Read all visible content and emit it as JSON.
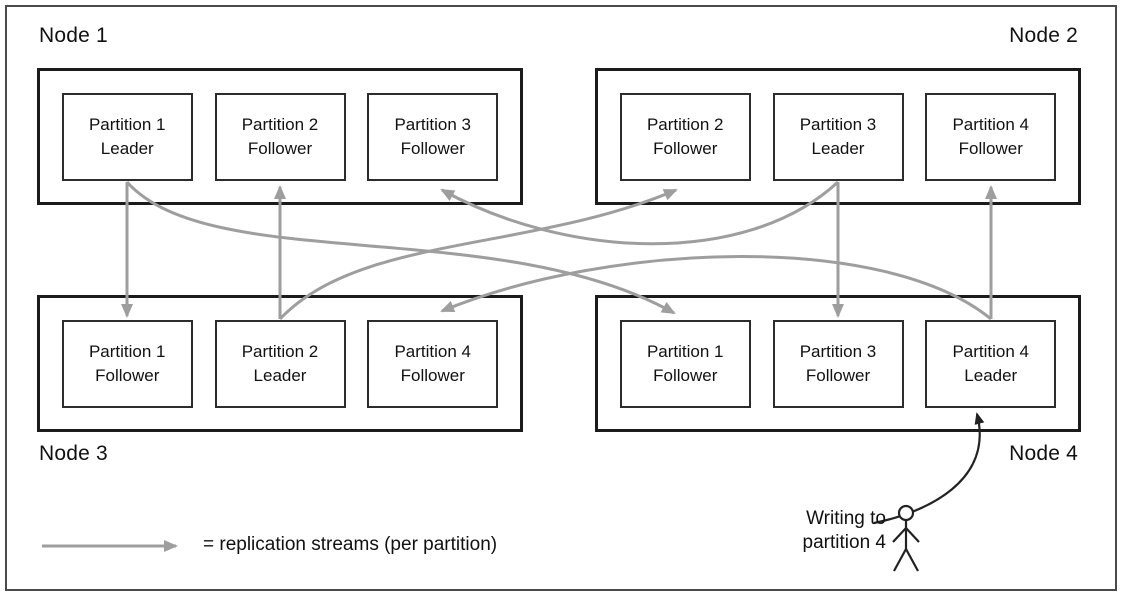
{
  "diagram": {
    "title_hint": "Partition replication across nodes",
    "nodes": [
      {
        "label": "Node 1",
        "label_position": "top-left",
        "partitions": [
          {
            "line1": "Partition 1",
            "line2": "Leader"
          },
          {
            "line1": "Partition 2",
            "line2": "Follower"
          },
          {
            "line1": "Partition 3",
            "line2": "Follower"
          }
        ]
      },
      {
        "label": "Node 2",
        "label_position": "top-right",
        "partitions": [
          {
            "line1": "Partition 2",
            "line2": "Follower"
          },
          {
            "line1": "Partition 3",
            "line2": "Leader"
          },
          {
            "line1": "Partition 4",
            "line2": "Follower"
          }
        ]
      },
      {
        "label": "Node 3",
        "label_position": "bottom-left",
        "partitions": [
          {
            "line1": "Partition 1",
            "line2": "Follower"
          },
          {
            "line1": "Partition 2",
            "line2": "Leader"
          },
          {
            "line1": "Partition 4",
            "line2": "Follower"
          }
        ]
      },
      {
        "label": "Node 4",
        "label_position": "bottom-right",
        "partitions": [
          {
            "line1": "Partition 1",
            "line2": "Follower"
          },
          {
            "line1": "Partition 3",
            "line2": "Follower"
          },
          {
            "line1": "Partition 4",
            "line2": "Leader"
          }
        ]
      }
    ],
    "replication_streams": [
      {
        "partition": "Partition 1",
        "from": "Node 1",
        "to": "Node 3"
      },
      {
        "partition": "Partition 1",
        "from": "Node 1",
        "to": "Node 4"
      },
      {
        "partition": "Partition 2",
        "from": "Node 3",
        "to": "Node 1"
      },
      {
        "partition": "Partition 2",
        "from": "Node 3",
        "to": "Node 2"
      },
      {
        "partition": "Partition 3",
        "from": "Node 2",
        "to": "Node 1"
      },
      {
        "partition": "Partition 3",
        "from": "Node 2",
        "to": "Node 4"
      },
      {
        "partition": "Partition 4",
        "from": "Node 4",
        "to": "Node 2"
      },
      {
        "partition": "Partition 4",
        "from": "Node 4",
        "to": "Node 3"
      }
    ],
    "legend": {
      "text": "= replication streams (per partition)"
    },
    "annotation": {
      "line1": "Writing to",
      "line2": "partition 4",
      "target": "Partition 4 Leader on Node 4"
    },
    "icons": {
      "writer": "stick-figure-icon"
    },
    "colors": {
      "arrow": "#9e9e9e",
      "box_border": "#1b1b1b",
      "annotation": "#222222"
    }
  }
}
